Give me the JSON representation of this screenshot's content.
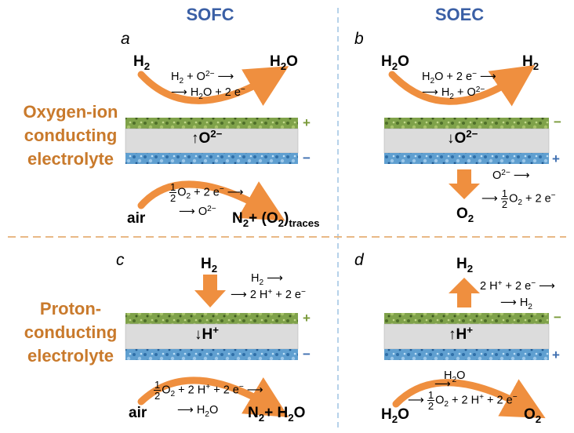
{
  "columns": {
    "left": "SOFC",
    "right": "SOEC"
  },
  "row_labels": {
    "oxygen": [
      "Oxygen-ion",
      "conducting",
      "electrolyte"
    ],
    "proton": [
      "Proton-",
      "conducting",
      "electrolyte"
    ]
  },
  "panels": {
    "a": {
      "letter": "a",
      "top_in": "H",
      "top_in_sub": "2",
      "top_out": "H",
      "top_out_sub": "2",
      "top_out_tail": "O",
      "eq1_a": "H",
      "eq1_sub": "2",
      "eq1_b": " + O",
      "eq1_sup": "2−",
      "eq1_arrow": "⟶",
      "eq2_arrow": "⟶",
      "eq2_a": " H",
      "eq2_sub": "2",
      "eq2_b": "O + 2 e",
      "eq2_sup": "−",
      "ion": "↑O",
      "ion_sup": "2−",
      "pol_top": "+",
      "pol_bottom": "−",
      "bot_eq1_num": "1",
      "bot_eq1_den": "2",
      "bot_eq1_a": "O",
      "bot_eq1_sub": "2",
      "bot_eq1_b": " + 2 e",
      "bot_eq1_sup": "−",
      "bot_eq1_arrow": "⟶",
      "bot_eq2_arrow": "⟶",
      "bot_eq2_a": " O",
      "bot_eq2_sup": "2−",
      "bot_in": "air",
      "bot_out_a": "N",
      "bot_out_sub": "2",
      "bot_out_b": "+ (O",
      "bot_out_sub2": "2",
      "bot_out_c": ")",
      "bot_out_sub3": "traces"
    },
    "b": {
      "letter": "b",
      "top_in": "H",
      "top_in_sub": "2",
      "top_in_tail": "O",
      "top_out": "H",
      "top_out_sub": "2",
      "eq1_a": "H",
      "eq1_sub": "2",
      "eq1_b": "O + 2 e",
      "eq1_sup": "−",
      "eq1_arrow": "⟶",
      "eq2_arrow": "⟶",
      "eq2_a": " H",
      "eq2_sub": "2",
      "eq2_b": " + O",
      "eq2_sup": "2−",
      "ion": "↓O",
      "ion_sup": "2−",
      "pol_top": "−",
      "pol_bottom": "+",
      "bot_eq1_a": "O",
      "bot_eq1_sup": "2−",
      "bot_eq1_arrow": "⟶",
      "bot_eq2_arrow": "⟶",
      "bot_eq2_num": "1",
      "bot_eq2_den": "2",
      "bot_eq2_a": "O",
      "bot_eq2_sub": "2",
      "bot_eq2_b": " + 2 e",
      "bot_eq2_sup": "−",
      "bot_out": "O",
      "bot_out_sub": "2"
    },
    "c": {
      "letter": "c",
      "top_in": "H",
      "top_in_sub": "2",
      "eq1_a": "H",
      "eq1_sub": "2",
      "eq1_arrow": "⟶",
      "eq2_arrow": "⟶",
      "eq2_a": " 2 H",
      "eq2_sup": "+",
      "eq2_b": " + 2 e",
      "eq2_sup2": "−",
      "ion": "↓H",
      "ion_sup": "+",
      "pol_top": "+",
      "pol_bottom": "−",
      "bot_eq1_num": "1",
      "bot_eq1_den": "2",
      "bot_eq1_a": "O",
      "bot_eq1_sub": "2",
      "bot_eq1_b": " + 2 H",
      "bot_eq1_sup": "+",
      "bot_eq1_c": " + 2 e",
      "bot_eq1_sup2": "−",
      "bot_eq1_arrow": "⟶",
      "bot_eq2_arrow": "⟶",
      "bot_eq2_a": " H",
      "bot_eq2_sub": "2",
      "bot_eq2_b": "O",
      "bot_in": "air",
      "bot_out_a": "N",
      "bot_out_sub": "2",
      "bot_out_b": "+ H",
      "bot_out_sub2": "2",
      "bot_out_c": "O"
    },
    "d": {
      "letter": "d",
      "top_out": "H",
      "top_out_sub": "2",
      "eq1_a": "2 H",
      "eq1_sup": "+",
      "eq1_b": " + 2 e",
      "eq1_sup2": "−",
      "eq1_arrow": "⟶",
      "eq2_arrow": "⟶",
      "eq2_a": " H",
      "eq2_sub": "2",
      "ion": "↑H",
      "ion_sup": "+",
      "pol_top": "−",
      "pol_bottom": "+",
      "bot_eq1_a": "H",
      "bot_eq1_sub": "2",
      "bot_eq1_b": "O",
      "bot_eq1_arrow": "⟶",
      "bot_eq2_arrow": "⟶",
      "bot_eq2_num": "1",
      "bot_eq2_den": "2",
      "bot_eq2_a": "O",
      "bot_eq2_sub": "2",
      "bot_eq2_b": " + 2 H",
      "bot_eq2_sup": "+",
      "bot_eq2_c": " + 2 e",
      "bot_eq2_sup2": "−",
      "bot_in": "H",
      "bot_in_sub": "2",
      "bot_in_tail": "O",
      "bot_out": "O",
      "bot_out_sub": "2"
    }
  },
  "colors": {
    "title_blue": "#3a5fa5",
    "label_orange": "#c97a2c",
    "arrow_orange": "#ef8f3f",
    "electrode_green": "#7fa24a",
    "electrode_blue": "#5f9fd0",
    "electrolyte_gray": "#dcdcdc",
    "divider": "#e8b886"
  }
}
